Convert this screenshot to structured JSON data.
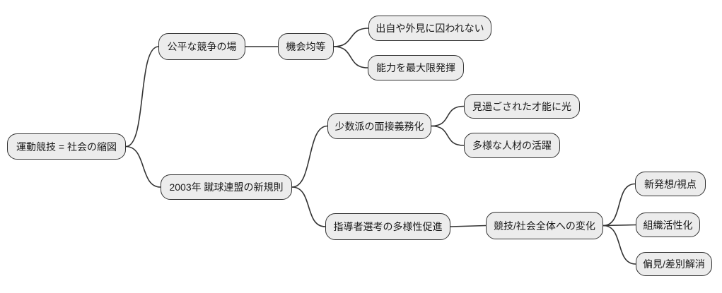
{
  "colors": {
    "background": "#ffffff",
    "node_fill": "#ececec",
    "node_border": "#333333",
    "edge": "#333333",
    "text": "#1a1a1a"
  },
  "diagram": {
    "type": "mindmap",
    "root": "運動競技 = 社会の縮図",
    "nodes": [
      {
        "id": "root",
        "label": "運動競技 = 社会の縮図"
      },
      {
        "id": "fair",
        "label": "公平な競争の場"
      },
      {
        "id": "equal",
        "label": "機会均等"
      },
      {
        "id": "origin",
        "label": "出自や外見に囚われない"
      },
      {
        "id": "ability",
        "label": "能力を最大限発揮"
      },
      {
        "id": "rules2003",
        "label": "2003年 蹴球連盟の新規則"
      },
      {
        "id": "minority",
        "label": "少数派の面接義務化"
      },
      {
        "id": "talent",
        "label": "見過ごされた才能に光"
      },
      {
        "id": "diverse",
        "label": "多様な人材の活躍"
      },
      {
        "id": "leader",
        "label": "指導者選考の多様性促進"
      },
      {
        "id": "change",
        "label": "競技/社会全体への変化"
      },
      {
        "id": "idea",
        "label": "新発想/視点"
      },
      {
        "id": "org",
        "label": "組織活性化"
      },
      {
        "id": "bias",
        "label": "偏見/差別解消"
      }
    ],
    "edges": [
      {
        "from": "root",
        "to": "fair"
      },
      {
        "from": "root",
        "to": "rules2003"
      },
      {
        "from": "fair",
        "to": "equal"
      },
      {
        "from": "equal",
        "to": "origin"
      },
      {
        "from": "equal",
        "to": "ability"
      },
      {
        "from": "rules2003",
        "to": "minority"
      },
      {
        "from": "rules2003",
        "to": "leader"
      },
      {
        "from": "minority",
        "to": "talent"
      },
      {
        "from": "minority",
        "to": "diverse"
      },
      {
        "from": "leader",
        "to": "change"
      },
      {
        "from": "change",
        "to": "idea"
      },
      {
        "from": "change",
        "to": "org"
      },
      {
        "from": "change",
        "to": "bias"
      }
    ]
  }
}
